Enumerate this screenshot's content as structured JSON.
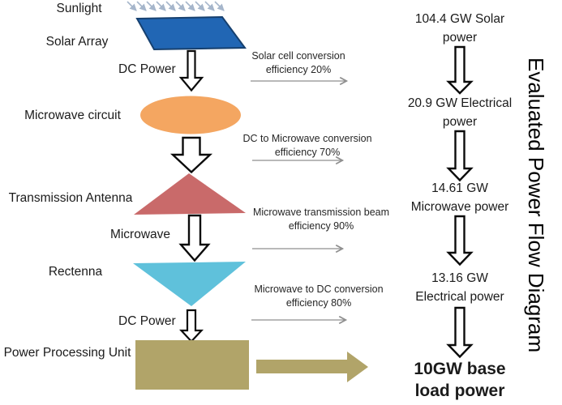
{
  "diagram": {
    "side_title": "Evaluated Power Flow Diagram",
    "labels": {
      "sunlight": "Sunlight",
      "solar_array": "Solar Array",
      "dc_power_top": "DC Power",
      "microwave_circuit": "Microwave circuit",
      "transmission_antenna": "Transmission Antenna",
      "microwave": "Microwave",
      "rectenna": "Rectenna",
      "dc_power_bottom": "DC Power",
      "power_processing_unit": "Power Processing Unit"
    },
    "efficiencies": [
      {
        "line1": "Solar cell conversion",
        "line2": "efficiency 20%"
      },
      {
        "line1": "DC to Microwave conversion",
        "line2": "efficiency 70%"
      },
      {
        "line1": "Microwave transmission beam",
        "line2": "efficiency 90%"
      },
      {
        "line1": "Microwave to DC conversion",
        "line2": "efficiency 80%"
      }
    ],
    "power_values": [
      {
        "line1": "104.4 GW Solar",
        "line2": "power"
      },
      {
        "line1": "20.9 GW Electrical",
        "line2": "power"
      },
      {
        "line1": "14.61 GW",
        "line2": "Microwave power"
      },
      {
        "line1": "13.16 GW",
        "line2": "Electrical power"
      },
      {
        "line1": "10GW base",
        "line2": "load power"
      }
    ],
    "colors": {
      "solar_array": "#2166b4",
      "solar_array_border": "#16406f",
      "microwave_circuit": "#f4a661",
      "transmission_antenna": "#c96a6a",
      "rectenna": "#5fc1db",
      "power_processing_unit": "#b1a469",
      "sunlight_rays": "#a6b6cb",
      "thin_arrow": "#8f8f8f"
    }
  }
}
